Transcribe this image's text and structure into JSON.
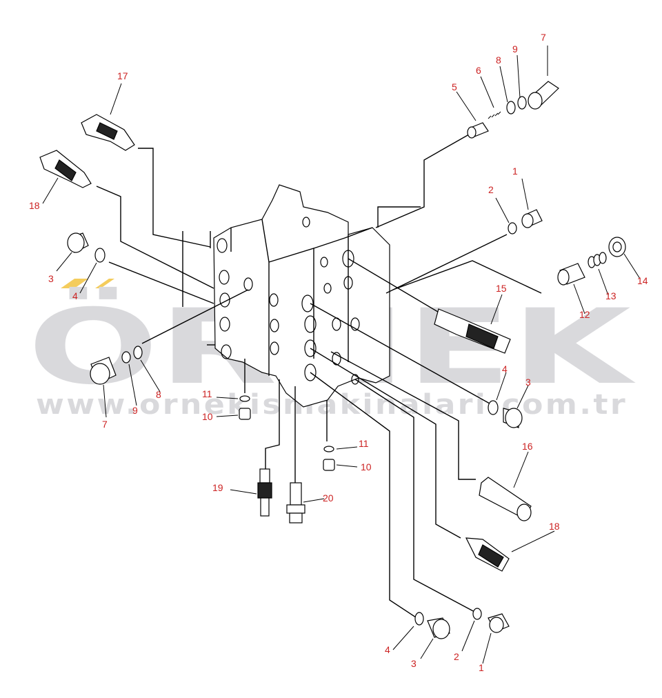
{
  "watermark": {
    "brand": "ÖRNEK",
    "url": "www.ornekismakinalari.com.tr",
    "accent_color": "#f4cc5c",
    "text_color": "#d9d9dc"
  },
  "callout_color": "#cc2222",
  "callouts": [
    {
      "id": "c7-top",
      "label": "7"
    },
    {
      "id": "c9-top",
      "label": "9"
    },
    {
      "id": "c8-top",
      "label": "8"
    },
    {
      "id": "c6-top",
      "label": "6"
    },
    {
      "id": "c5-top",
      "label": "5"
    },
    {
      "id": "c17",
      "label": "17"
    },
    {
      "id": "c18-left",
      "label": "18"
    },
    {
      "id": "c1-right",
      "label": "1"
    },
    {
      "id": "c2-right",
      "label": "2"
    },
    {
      "id": "c14",
      "label": "14"
    },
    {
      "id": "c13",
      "label": "13"
    },
    {
      "id": "c12",
      "label": "12"
    },
    {
      "id": "c3-left",
      "label": "3"
    },
    {
      "id": "c4-left",
      "label": "4"
    },
    {
      "id": "c15",
      "label": "15"
    },
    {
      "id": "c7-left",
      "label": "7"
    },
    {
      "id": "c9-left",
      "label": "9"
    },
    {
      "id": "c8-left",
      "label": "8"
    },
    {
      "id": "c4-right",
      "label": "4"
    },
    {
      "id": "c3-right",
      "label": "3"
    },
    {
      "id": "c11-left",
      "label": "11"
    },
    {
      "id": "c10-left",
      "label": "10"
    },
    {
      "id": "c11-mid",
      "label": "11"
    },
    {
      "id": "c10-mid",
      "label": "10"
    },
    {
      "id": "c16",
      "label": "16"
    },
    {
      "id": "c19",
      "label": "19"
    },
    {
      "id": "c20",
      "label": "20"
    },
    {
      "id": "c18-right",
      "label": "18"
    },
    {
      "id": "c4-bottom",
      "label": "4"
    },
    {
      "id": "c3-bottom",
      "label": "3"
    },
    {
      "id": "c2-bottom",
      "label": "2"
    },
    {
      "id": "c1-bottom",
      "label": "1"
    }
  ]
}
